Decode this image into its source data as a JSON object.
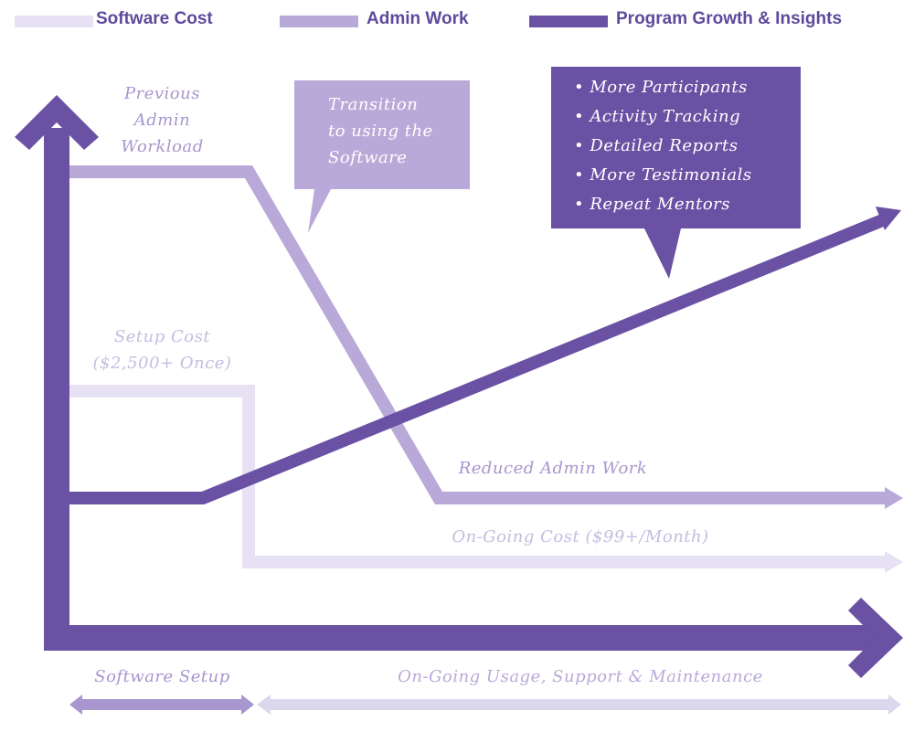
{
  "legend": [
    {
      "label": "Software Cost",
      "color": "#e6e2f3"
    },
    {
      "label": "Admin Work",
      "color": "#b9a9d8"
    },
    {
      "label": "Program Growth & Insights",
      "color": "#6a51a3"
    }
  ],
  "labels": {
    "previous_admin": [
      "Previous",
      "Admin",
      "Workload"
    ],
    "setup_cost": [
      "Setup Cost",
      "($2,500+ Once)"
    ],
    "reduced_admin": "Reduced Admin Work",
    "ongoing_cost": "On-Going Cost ($99+/Month)",
    "software_setup": "Software Setup",
    "ongoing_usage": "On-Going Usage, Support & Maintenance"
  },
  "callouts": {
    "transition": [
      "Transition",
      "to using the",
      "Software"
    ],
    "growth": [
      "More Participants",
      "Activity Tracking",
      "Detailed Reports",
      "More Testimonials",
      "Repeat Mentors"
    ]
  }
}
